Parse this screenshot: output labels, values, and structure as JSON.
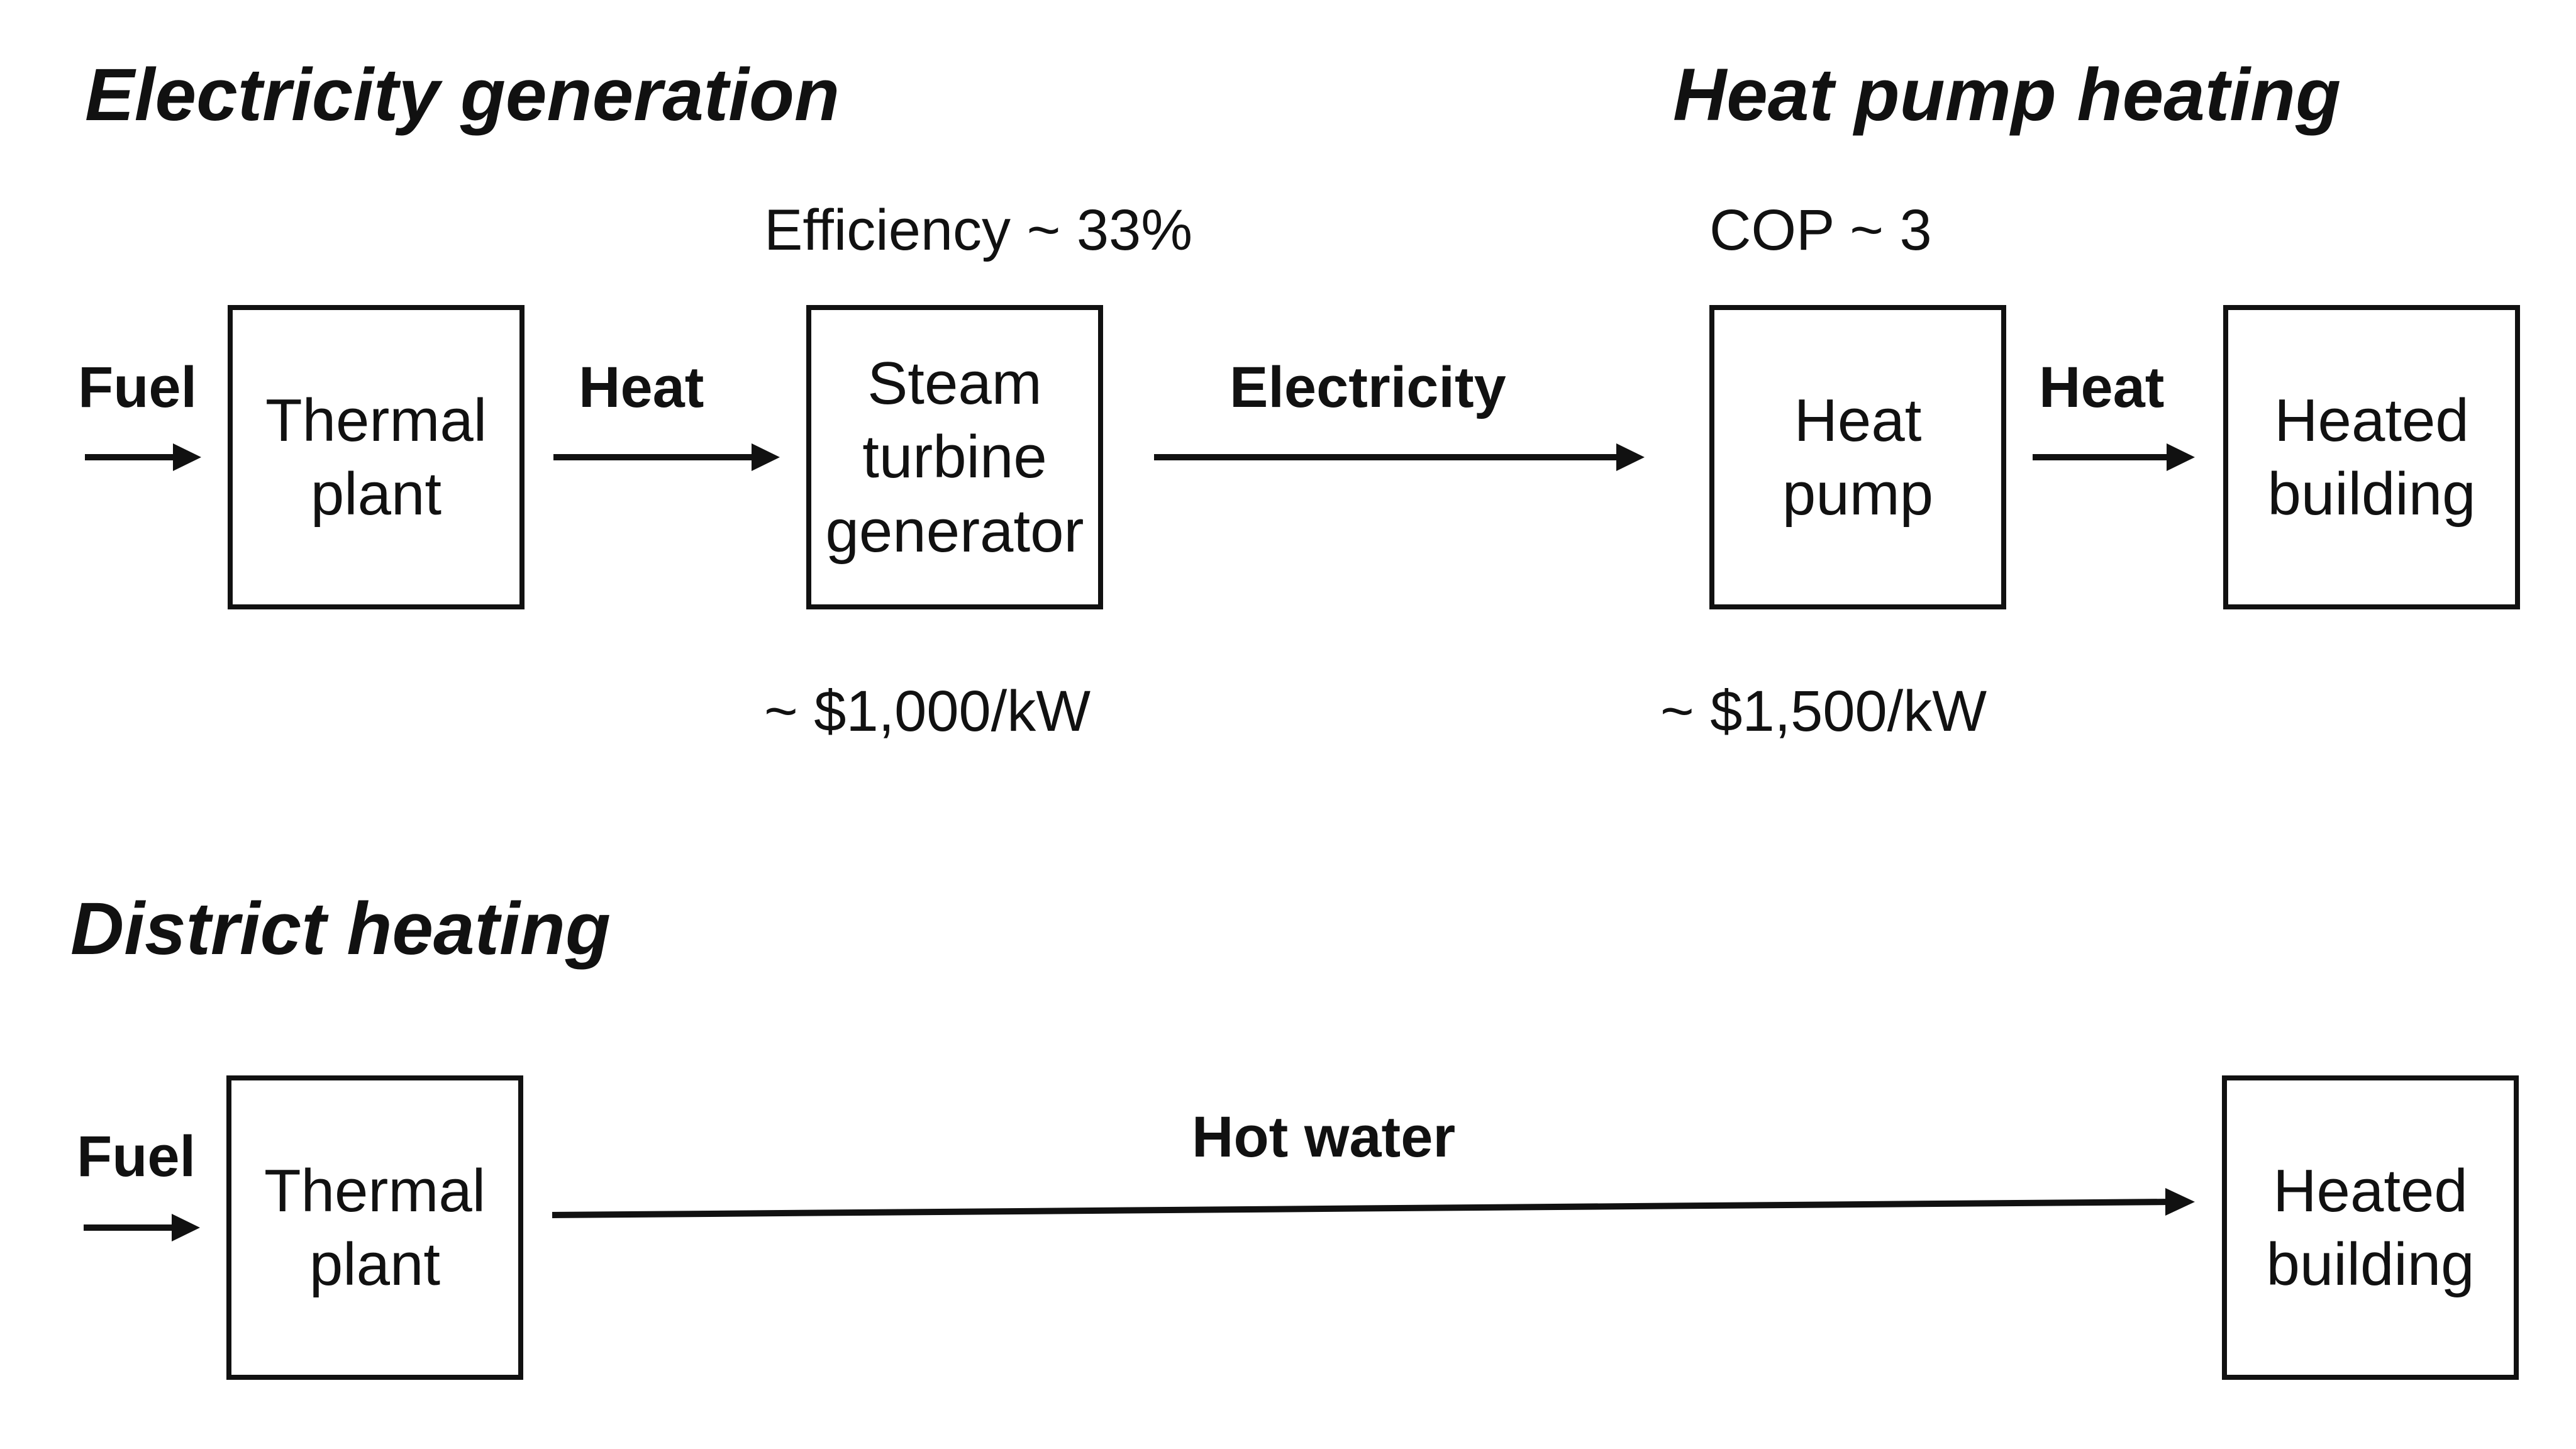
{
  "sections": {
    "electricity_generation": "Electricity generation",
    "heat_pump_heating": "Heat pump heating",
    "district_heating": "District heating"
  },
  "annotations": {
    "efficiency": "Efficiency ~ 33%",
    "cop": "COP ~ 3",
    "generator_cost": "~ $1,000/kW",
    "heat_pump_cost": "~ $1,500/kW"
  },
  "flows": {
    "fuel_top": "Fuel",
    "heat_plant_to_turbine": "Heat",
    "electricity": "Electricity",
    "heat_pump_to_building": "Heat",
    "fuel_bottom": "Fuel",
    "hot_water": "Hot water"
  },
  "boxes": {
    "thermal_plant_top": "Thermal\nplant",
    "steam_turbine_generator": "Steam\nturbine\ngenerator",
    "heat_pump": "Heat\npump",
    "heated_building_top": "Heated\nbuilding",
    "thermal_plant_bottom": "Thermal\nplant",
    "heated_building_bottom": "Heated\nbuilding"
  }
}
